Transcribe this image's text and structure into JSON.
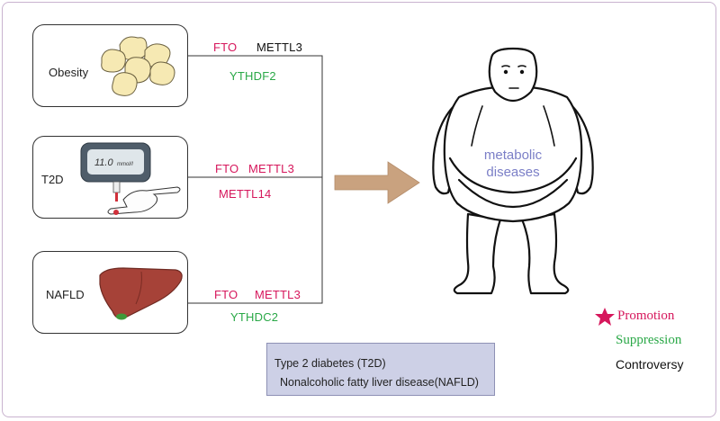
{
  "panels": [
    {
      "label": "Obesity",
      "genes": [
        {
          "text": "FTO",
          "color": "red"
        },
        {
          "text": "METTL3",
          "color": "black"
        },
        {
          "text": "YTHDF2",
          "color": "green"
        }
      ]
    },
    {
      "label": "T2D",
      "genes": [
        {
          "text": "FTO",
          "color": "red"
        },
        {
          "text": "METTL3",
          "color": "red"
        },
        {
          "text": "METTL14",
          "color": "red"
        }
      ]
    },
    {
      "label": "NAFLD",
      "genes": [
        {
          "text": "FTO",
          "color": "red"
        },
        {
          "text": "METTL3",
          "color": "red"
        },
        {
          "text": "YTHDC2",
          "color": "green"
        }
      ]
    }
  ],
  "glucometer_reading": "11.0",
  "glucometer_unit": "mmol/l",
  "figure_text": {
    "line1": "metabolic",
    "line2": "diseases"
  },
  "abbreviations": [
    "Type 2 diabetes (T2D)",
    "Nonalcoholic fatty liver disease(NAFLD)"
  ],
  "legend": [
    {
      "label": "Promotion",
      "color": "#d6175c",
      "icon": "star-icon"
    },
    {
      "label": "Suppression",
      "color": "#2aa847"
    },
    {
      "label": "Controversy",
      "color": "#111111"
    }
  ],
  "colors": {
    "promotion": "#d6175c",
    "suppression": "#2aa847",
    "controversy": "#111111",
    "arrow": "#c9a27f",
    "figure_text": "#7b7fc7",
    "abbr_box": "#cdd0e6"
  }
}
